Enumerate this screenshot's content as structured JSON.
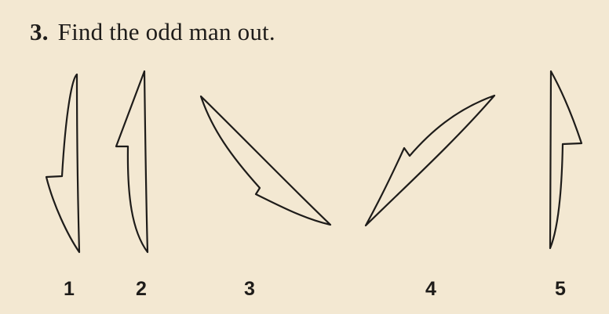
{
  "question": {
    "number": "3.",
    "text": "Find the odd man out."
  },
  "figures": [
    {
      "label": "1",
      "icon": "arrow-shape-icon"
    },
    {
      "label": "2",
      "icon": "arrow-shape-icon"
    },
    {
      "label": "3",
      "icon": "arrow-shape-icon"
    },
    {
      "label": "4",
      "icon": "arrow-shape-icon"
    },
    {
      "label": "5",
      "icon": "arrow-shape-icon"
    }
  ],
  "colors": {
    "background": "#f3e8d2",
    "ink": "#1e1c1a"
  }
}
